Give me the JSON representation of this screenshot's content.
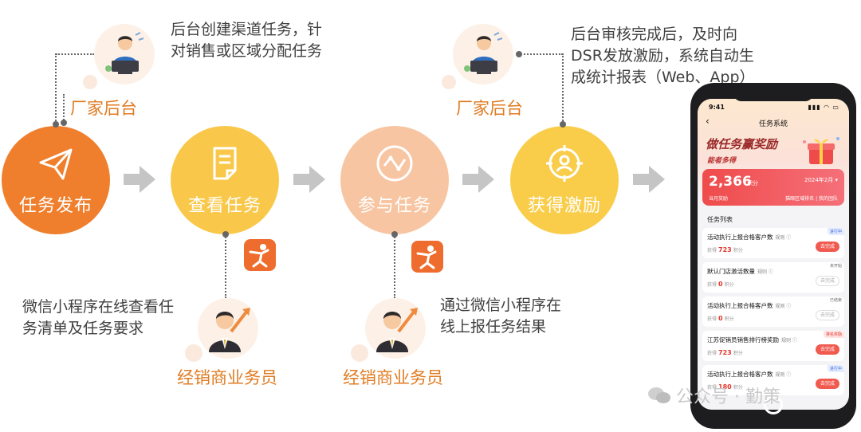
{
  "steps": [
    {
      "label": "任务发布",
      "color": "#ef7f2d",
      "icon": "paper-plane-icon"
    },
    {
      "label": "查看任务",
      "color": "#f9c84a",
      "icon": "document-icon"
    },
    {
      "label": "参与任务",
      "color": "#f7c5a2",
      "icon": "graph-nodes-icon"
    },
    {
      "label": "获得激励",
      "color": "#f9cd4a",
      "icon": "target-person-icon"
    }
  ],
  "notes": {
    "publish": "后台创建渠道任务，针\n对销售或区域分配任务",
    "reward": "后台审核完成后，及时向\nDSR发放激励，系统自动生\n成统计报表（Web、App）",
    "view": "微信小程序在线查看任\n务清单及任务要求",
    "join": "通过微信小程序在\n线上报任务结果"
  },
  "roles": {
    "factory_1": "厂家后台",
    "factory_2": "厂家后台",
    "dealer_1": "经销商业务员",
    "dealer_2": "经销商业务员"
  },
  "phone": {
    "time": "9:41",
    "nav_title": "任务系统",
    "banner_title": "做任务赢奖励",
    "banner_sub": "能者多得",
    "score": "2,366",
    "score_unit": "积分",
    "score_month": "2024年2月 ▾",
    "score_left": "当月奖励",
    "score_right": "猫眼区域排名 | 我的团队",
    "list_title": "任务列表",
    "tasks": [
      {
        "name": "活动执行上报合格客户数",
        "rule": "规则 ⓘ",
        "get": "获得",
        "points": "723",
        "unit": "积分",
        "badge": "进行中",
        "button": "去完成"
      },
      {
        "name": "默认门店激活数量",
        "rule": "规则 ⓘ",
        "get": "获得",
        "points": "0",
        "unit": "积分",
        "badge": "未开始",
        "button": "去完成"
      },
      {
        "name": "活动执行上报合格客户数",
        "rule": "规则 ⓘ",
        "get": "获得",
        "points": "0",
        "unit": "积分",
        "badge": "已结束",
        "button": "去完成"
      },
      {
        "name": "江苏促销员销售排行榜奖励",
        "rule": "规则 ⓘ",
        "get": "获得",
        "points": "723",
        "unit": "积分",
        "badge": "排名奖励",
        "button": "去完成"
      },
      {
        "name": "活动执行上报合格客户数",
        "rule": "规则 ⓘ",
        "get": "获得",
        "points": "180",
        "unit": "积分",
        "badge": "进行中",
        "button": "去完成"
      }
    ]
  },
  "watermark": "公众号 · 勤策"
}
